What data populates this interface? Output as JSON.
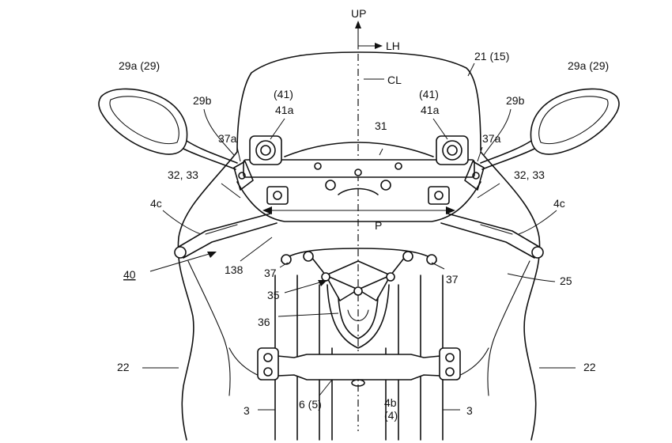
{
  "labels": {
    "up": "UP",
    "lh": "LH",
    "cl": "CL",
    "windscreen": "21 (15)",
    "mirror_left": "29a (29)",
    "mirror_right": "29a (29)",
    "stay_left": "29b",
    "stay_right": "29b",
    "bolt_top_left_ref": "(41)",
    "bolt_top_left": "41a",
    "bolt_top_right_ref": "(41)",
    "bolt_top_right": "41a",
    "panel_31": "31",
    "bracket_left_37a": "37a",
    "bracket_right_37a": "37a",
    "part_left_32_33": "32, 33",
    "part_right_32_33": "32, 33",
    "pipe_left_4c": "4c",
    "pipe_right_4c": "4c",
    "pitch_p": "P",
    "assembly_40": "40",
    "part_138": "138",
    "part_37_left": "37",
    "part_37_right": "37",
    "part_25": "25",
    "part_35": "35",
    "part_36": "36",
    "cowl_left_22": "22",
    "cowl_right_22": "22",
    "fork_left_3": "3",
    "fork_right_3": "3",
    "part_6_5": "6 (5)",
    "bridge_4b": "4b",
    "bridge_4": "(4)"
  }
}
